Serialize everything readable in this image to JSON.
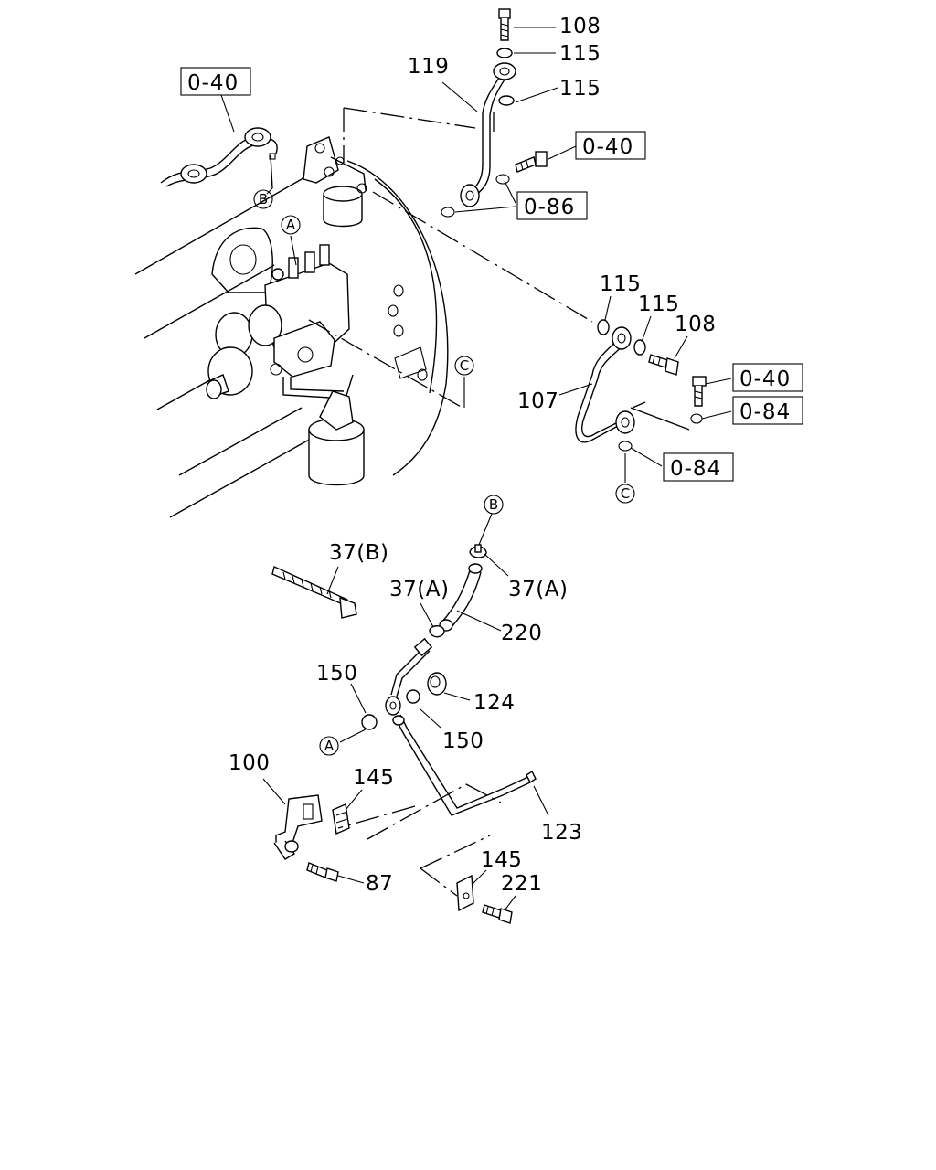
{
  "callouts": {
    "c108a": "108",
    "c115a": "115",
    "c115b": "115",
    "c119": "119",
    "c115c": "115",
    "c115d": "115",
    "c108b": "108",
    "c107": "107",
    "c37b": "37(B)",
    "c37a1": "37(A)",
    "c37a2": "37(A)",
    "c220": "220",
    "c150a": "150",
    "c124": "124",
    "c150b": "150",
    "c100": "100",
    "c145a": "145",
    "c123": "123",
    "c145b": "145",
    "c221": "221",
    "c87": "87"
  },
  "refs": {
    "r040a": "0-40",
    "r040b": "0-40",
    "r086": "0-86",
    "r040c": "0-40",
    "r084a": "0-84",
    "r084b": "0-84"
  },
  "markers": {
    "A1": "A",
    "B1": "B",
    "C1": "C",
    "B2": "B",
    "A2": "A",
    "C2": "C"
  }
}
